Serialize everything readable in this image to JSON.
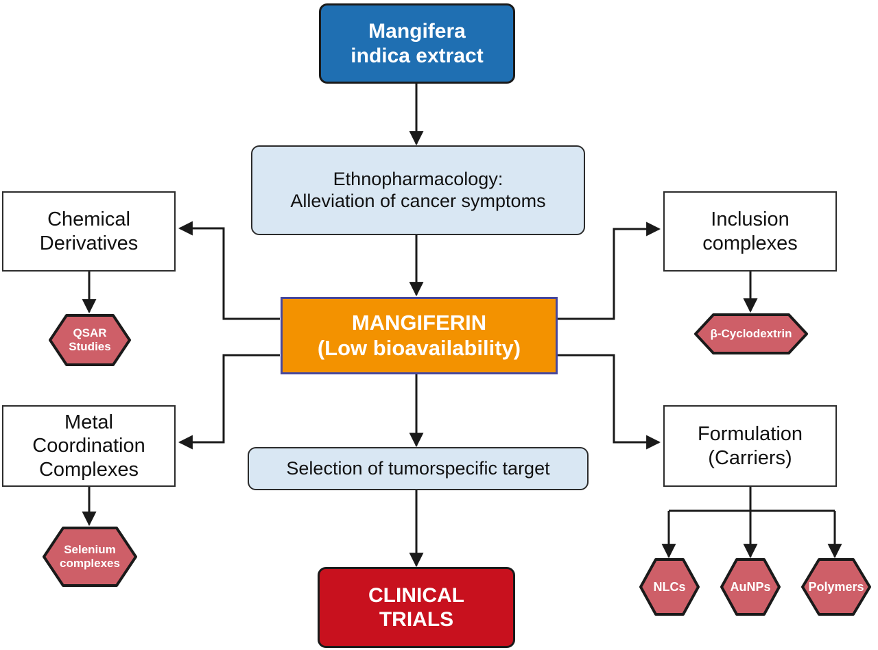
{
  "diagram": {
    "title": "Mangifera indica extract to clinical trials flowchart",
    "colors": {
      "source_box": "#1f6fb2",
      "process_box": "#d9e7f3",
      "highlight_box": "#f39200",
      "highlight_border": "#46479c",
      "outcome_box": "#c8111e",
      "hexagon": "#ce5f68",
      "stroke": "#1a1a1a"
    }
  },
  "nodes": {
    "source": {
      "label": "Mangifera\nindica extract",
      "line1": "Mangifera",
      "line2": "indica extract"
    },
    "ethnopharmacology": {
      "line1": "Ethnopharmacology:",
      "line2": "Alleviation of cancer symptoms"
    },
    "mangiferin": {
      "line1": "MANGIFERIN",
      "line2": "(Low bioavailability)"
    },
    "tumor_target": {
      "line1": "Selection of tumorspecific target"
    },
    "clinical_trials": {
      "line1": "CLINICAL",
      "line2": "TRIALS"
    },
    "chemical_derivatives": {
      "line1": "Chemical",
      "line2": "Derivatives"
    },
    "metal_coordination": {
      "line1": "Metal",
      "line2": "Coordination",
      "line3": "Complexes"
    },
    "inclusion_complexes": {
      "line1": "Inclusion",
      "line2": "complexes"
    },
    "formulation": {
      "line1": "Formulation",
      "line2": "(Carriers)"
    }
  },
  "hexagons": {
    "qsar": {
      "line1": "QSAR",
      "line2": "Studies"
    },
    "selenium": {
      "line1": "Selenium",
      "line2": "complexes"
    },
    "cyclodextrin": {
      "line1": "β-Cyclodextrin"
    },
    "nlcs": {
      "line1": "NLCs"
    },
    "aunps": {
      "line1": "AuNPs"
    },
    "polymers": {
      "line1": "Polymers"
    }
  },
  "chart_data": {
    "type": "flowchart",
    "title": "Mangifera indica extract → Mangiferin → Clinical trials",
    "nodes": [
      {
        "id": "source",
        "label": "Mangifera indica extract",
        "shape": "rounded-rect",
        "fill": "#1f6fb2",
        "text_color": "#ffffff"
      },
      {
        "id": "ethnopharmacology",
        "label": "Ethnopharmacology: Alleviation of cancer symptoms",
        "shape": "rounded-rect",
        "fill": "#d9e7f3",
        "text_color": "#111111"
      },
      {
        "id": "mangiferin",
        "label": "MANGIFERIN (Low bioavailability)",
        "shape": "rect",
        "fill": "#f39200",
        "text_color": "#ffffff"
      },
      {
        "id": "tumor_target",
        "label": "Selection of tumorspecific target",
        "shape": "rounded-rect",
        "fill": "#d9e7f3",
        "text_color": "#111111"
      },
      {
        "id": "clinical_trials",
        "label": "CLINICAL TRIALS",
        "shape": "rounded-rect",
        "fill": "#c8111e",
        "text_color": "#ffffff"
      },
      {
        "id": "chemical_derivatives",
        "label": "Chemical Derivatives",
        "shape": "rect",
        "fill": "#ffffff",
        "text_color": "#111111"
      },
      {
        "id": "metal_coordination",
        "label": "Metal Coordination Complexes",
        "shape": "rect",
        "fill": "#ffffff",
        "text_color": "#111111"
      },
      {
        "id": "inclusion_complexes",
        "label": "Inclusion complexes",
        "shape": "rect",
        "fill": "#ffffff",
        "text_color": "#111111"
      },
      {
        "id": "formulation",
        "label": "Formulation (Carriers)",
        "shape": "rect",
        "fill": "#ffffff",
        "text_color": "#111111"
      },
      {
        "id": "qsar",
        "label": "QSAR Studies",
        "shape": "hexagon",
        "fill": "#ce5f68",
        "text_color": "#ffffff"
      },
      {
        "id": "selenium",
        "label": "Selenium complexes",
        "shape": "hexagon",
        "fill": "#ce5f68",
        "text_color": "#ffffff"
      },
      {
        "id": "cyclodextrin",
        "label": "β-Cyclodextrin",
        "shape": "hexagon",
        "fill": "#ce5f68",
        "text_color": "#ffffff"
      },
      {
        "id": "nlcs",
        "label": "NLCs",
        "shape": "hexagon",
        "fill": "#ce5f68",
        "text_color": "#ffffff"
      },
      {
        "id": "aunps",
        "label": "AuNPs",
        "shape": "hexagon",
        "fill": "#ce5f68",
        "text_color": "#ffffff"
      },
      {
        "id": "polymers",
        "label": "Polymers",
        "shape": "hexagon",
        "fill": "#ce5f68",
        "text_color": "#ffffff"
      }
    ],
    "edges": [
      {
        "from": "source",
        "to": "ethnopharmacology",
        "style": "straight-down-arrow"
      },
      {
        "from": "ethnopharmacology",
        "to": "mangiferin",
        "style": "straight-down-arrow"
      },
      {
        "from": "mangiferin",
        "to": "chemical_derivatives",
        "style": "elbow-left-up-arrow"
      },
      {
        "from": "mangiferin",
        "to": "metal_coordination",
        "style": "elbow-left-down-arrow"
      },
      {
        "from": "mangiferin",
        "to": "inclusion_complexes",
        "style": "elbow-right-up-arrow"
      },
      {
        "from": "mangiferin",
        "to": "formulation",
        "style": "elbow-right-down-arrow"
      },
      {
        "from": "mangiferin",
        "to": "tumor_target",
        "style": "straight-down-arrow"
      },
      {
        "from": "tumor_target",
        "to": "clinical_trials",
        "style": "straight-down-arrow"
      },
      {
        "from": "chemical_derivatives",
        "to": "qsar",
        "style": "straight-down-arrow"
      },
      {
        "from": "metal_coordination",
        "to": "selenium",
        "style": "straight-down-arrow"
      },
      {
        "from": "inclusion_complexes",
        "to": "cyclodextrin",
        "style": "straight-down-arrow"
      },
      {
        "from": "formulation",
        "to": "nlcs",
        "style": "split-down-arrow"
      },
      {
        "from": "formulation",
        "to": "aunps",
        "style": "split-down-arrow"
      },
      {
        "from": "formulation",
        "to": "polymers",
        "style": "split-down-arrow"
      }
    ]
  }
}
